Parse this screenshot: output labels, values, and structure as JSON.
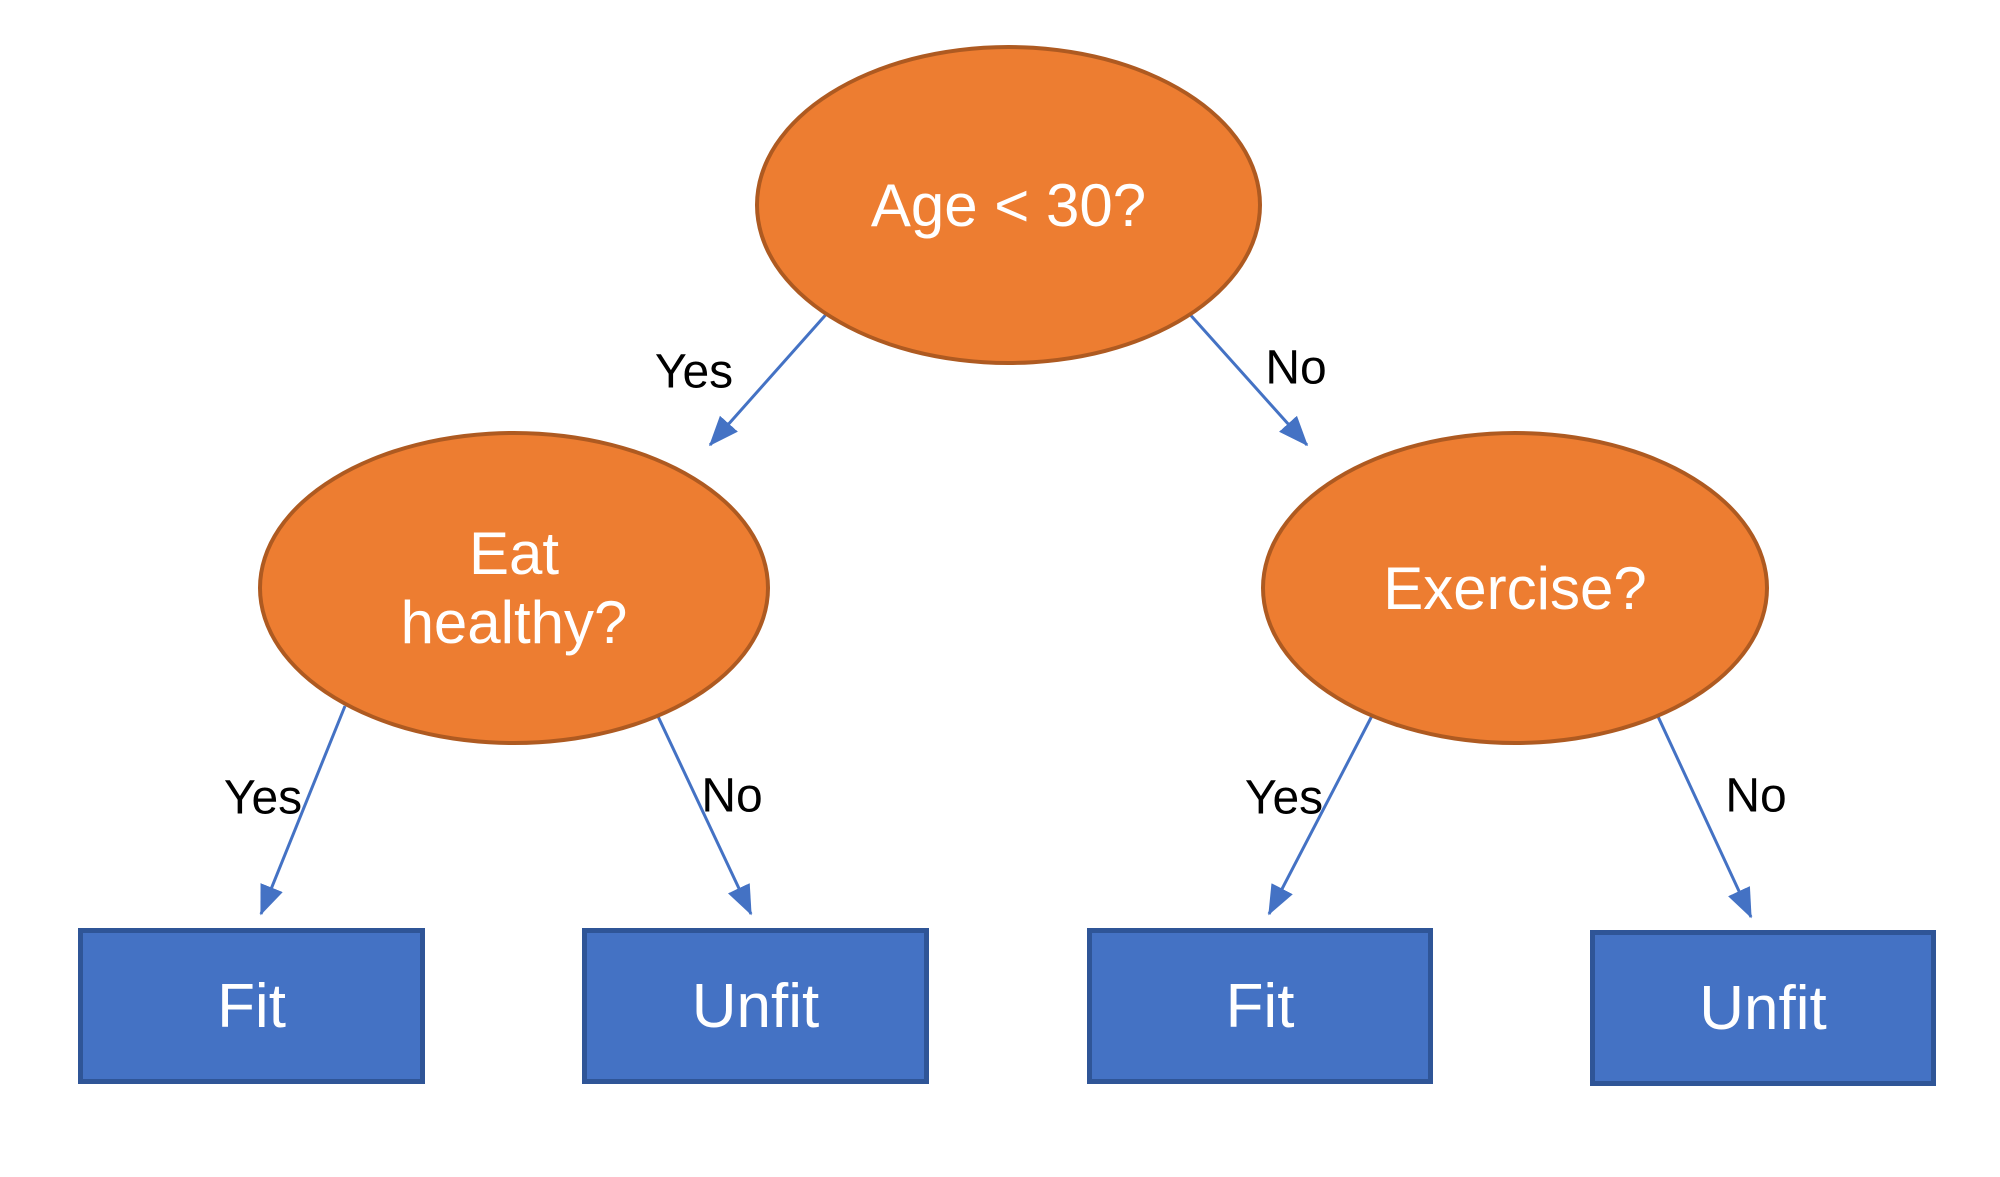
{
  "diagram": {
    "type": "decision-tree",
    "colors": {
      "decision_node_fill": "#ED7D31",
      "decision_node_border": "#AE5A21",
      "leaf_node_fill": "#4472C4",
      "leaf_node_border": "#2F5597",
      "arrow": "#4472C4",
      "shape_text": "#FFFFFF",
      "edge_label_text": "#000000",
      "background": "#FFFFFF"
    },
    "nodes": {
      "root": {
        "label": "Age < 30?"
      },
      "eat_healthy": {
        "label": "Eat\nhealthy?"
      },
      "exercise": {
        "label": "Exercise?"
      },
      "fit_left": {
        "label": "Fit"
      },
      "unfit_left": {
        "label": "Unfit"
      },
      "fit_right": {
        "label": "Fit"
      },
      "unfit_right": {
        "label": "Unfit"
      }
    },
    "edges": {
      "root_yes": {
        "label": "Yes",
        "from": "root",
        "to": "eat_healthy"
      },
      "root_no": {
        "label": "No",
        "from": "root",
        "to": "exercise"
      },
      "eat_yes": {
        "label": "Yes",
        "from": "eat_healthy",
        "to": "fit_left"
      },
      "eat_no": {
        "label": "No",
        "from": "eat_healthy",
        "to": "unfit_left"
      },
      "exercise_yes": {
        "label": "Yes",
        "from": "exercise",
        "to": "fit_right"
      },
      "exercise_no": {
        "label": "No",
        "from": "exercise",
        "to": "unfit_right"
      }
    }
  }
}
